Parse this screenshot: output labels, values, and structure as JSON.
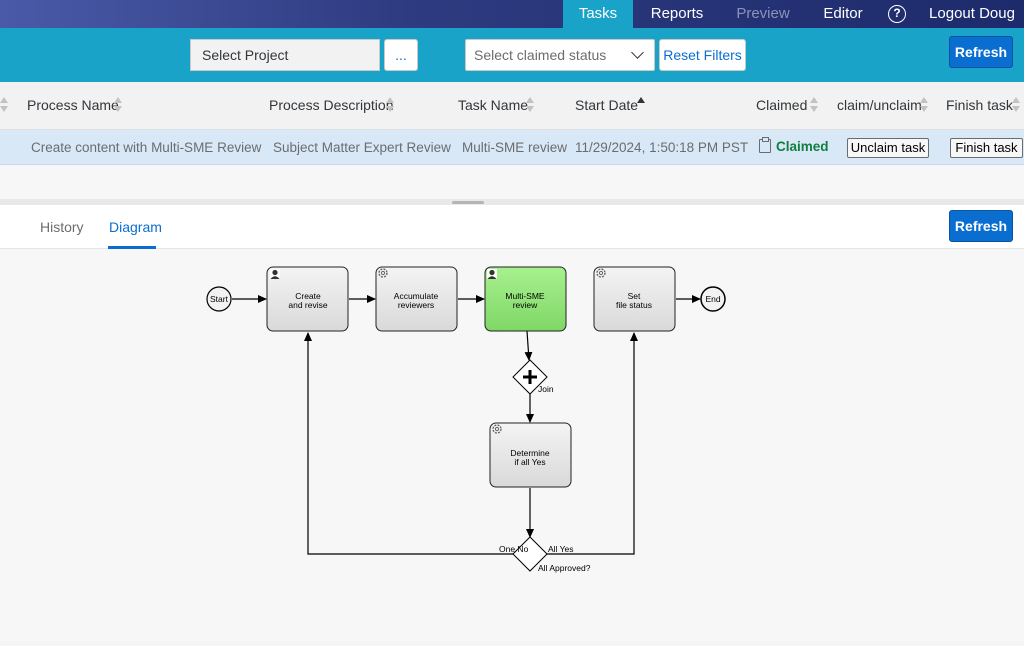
{
  "nav": {
    "tasks": "Tasks",
    "reports": "Reports",
    "preview": "Preview",
    "editor": "Editor",
    "help": "?",
    "logout": "Logout Doug"
  },
  "toolbar": {
    "project": "Select Project",
    "more": "...",
    "claimed_status_placeholder": "Select claimed status",
    "reset": "Reset Filters",
    "refresh": "Refresh"
  },
  "table": {
    "headers": [
      "Process Name",
      "Process Description",
      "Task Name",
      "Start Date",
      "Claimed",
      "claim/unclaim",
      "Finish task"
    ],
    "rows": [
      {
        "process_name": "Create content with Multi-SME Review",
        "process_description": "Subject Matter Expert Review",
        "task_name": "Multi-SME review",
        "start_date": "11/29/2024, 1:50:18 PM PST",
        "claimed": "Claimed",
        "unclaim": "Unclaim task",
        "finish": "Finish task"
      }
    ]
  },
  "tabs": {
    "history": "History",
    "diagram": "Diagram",
    "refresh": "Refresh"
  },
  "diagram": {
    "start": "Start",
    "end": "End",
    "create": [
      "Create",
      "and revise"
    ],
    "accumulate": [
      "Accumulate",
      "reviewers"
    ],
    "multi_sme": [
      "Multi-SME",
      "review"
    ],
    "set_status": [
      "Set",
      "file status"
    ],
    "join": "Join",
    "determine": [
      "Determine",
      "if all Yes"
    ],
    "one_no": "One No",
    "all_yes": "All Yes",
    "all_approved": "All Approved?",
    "colors": {
      "active_task": "#8ee07a",
      "task": "#e6e6e6"
    }
  }
}
